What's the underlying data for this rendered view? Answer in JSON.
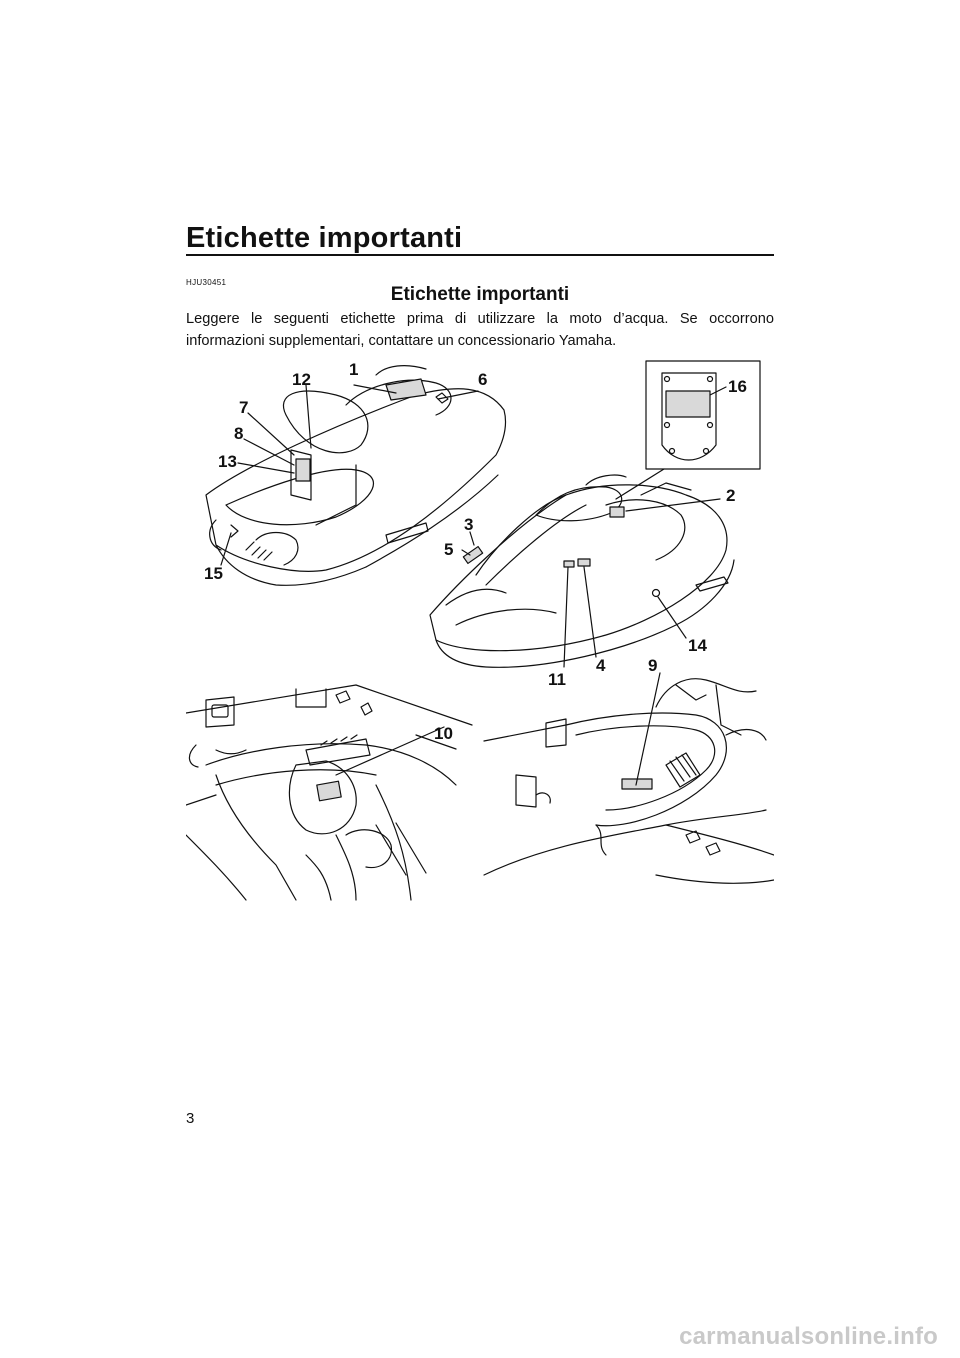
{
  "header": {
    "title": "Etichette importanti"
  },
  "section": {
    "code": "HJU30451",
    "title": "Etichette importanti",
    "intro": "Leggere le seguenti etichette prima di utilizzare la moto d’acqua. Se occorrono informazioni supplementari, contattare un concessionario Yamaha."
  },
  "figure": {
    "callouts": [
      "1",
      "2",
      "3",
      "4",
      "5",
      "6",
      "7",
      "8",
      "9",
      "10",
      "11",
      "12",
      "13",
      "14",
      "15",
      "16"
    ]
  },
  "footer": {
    "page_number": "3",
    "watermark": "carmanualsonline.info"
  }
}
